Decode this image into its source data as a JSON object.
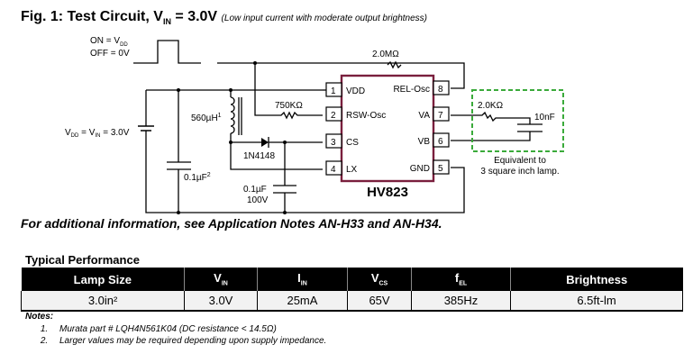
{
  "figure": {
    "title_prefix": "Fig. 1: Test Circuit, V",
    "title_sub": "IN",
    "title_suffix": " = 3.0V ",
    "title_note": "(Low input current with moderate output brightness)"
  },
  "schematic": {
    "switch_on": "ON = V",
    "switch_on_sub": "DD",
    "switch_off": "OFF = 0V",
    "supply_label": "V",
    "supply_sub1": "DD",
    "supply_mid": " = V",
    "supply_sub2": "IN",
    "supply_value": " = 3.0V",
    "inductor": "560µH",
    "inductor_note": "1",
    "cap_input": "0.1µF",
    "cap_input_note": "2",
    "resistor_rsw": "750KΩ",
    "resistor_rel": "2.0MΩ",
    "diode": "1N4148",
    "cap_cs_value": "0.1µF",
    "cap_cs_voltage": "100V",
    "ic_name": "HV823",
    "pins": [
      {
        "num": "1",
        "name": "VDD"
      },
      {
        "num": "2",
        "name": "RSW-Osc"
      },
      {
        "num": "3",
        "name": "CS"
      },
      {
        "num": "4",
        "name": "LX"
      },
      {
        "num": "5",
        "name": "GND"
      },
      {
        "num": "6",
        "name": "VB"
      },
      {
        "num": "7",
        "name": "VA"
      },
      {
        "num": "8",
        "name": "REL-Osc"
      }
    ],
    "lamp_resistor": "2.0KΩ",
    "lamp_cap": "10nF",
    "lamp_caption1": "Equivalent to",
    "lamp_caption2": "3 square inch lamp.",
    "colors": {
      "ic_outline": "#7a1f3d",
      "lamp_box": "#3aaa3a"
    }
  },
  "additional_info": "For additional information, see Application Notes AN-H33 and AN-H34.",
  "performance": {
    "title": "Typical Performance",
    "headers": [
      {
        "main": "Lamp Size",
        "sub": ""
      },
      {
        "main": "V",
        "sub": "IN"
      },
      {
        "main": "I",
        "sub": "IN"
      },
      {
        "main": "V",
        "sub": "CS"
      },
      {
        "main": "f",
        "sub": "EL"
      },
      {
        "main": "Brightness",
        "sub": ""
      }
    ],
    "row": [
      "3.0in²",
      "3.0V",
      "25mA",
      "65V",
      "385Hz",
      "6.5ft-lm"
    ]
  },
  "notes": {
    "heading": "Notes:",
    "items": [
      "Murata part # LQH4N561K04 (DC resistance < 14.5Ω)",
      "Larger values may be required depending upon supply impedance."
    ]
  }
}
